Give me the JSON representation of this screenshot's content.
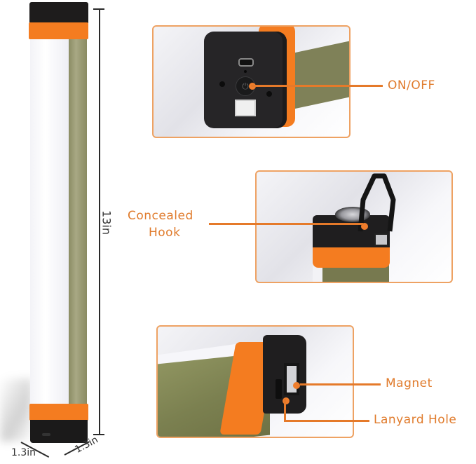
{
  "product": {
    "colors": {
      "accent_orange": "#f47c20",
      "label_orange": "#e07b2c",
      "body_olive": "#7f8550",
      "cap_black": "#1c1c1c",
      "diffuser_white": "#f8f8fb"
    }
  },
  "dimensions": {
    "length": "13in",
    "width_front": "1.3in",
    "width_side": "1.3in"
  },
  "callouts": {
    "on_off": "ON/OFF",
    "hook_line1": "Concealed",
    "hook_line2": "Hook",
    "magnet": "Magnet",
    "lanyard": "Lanyard Hole"
  }
}
